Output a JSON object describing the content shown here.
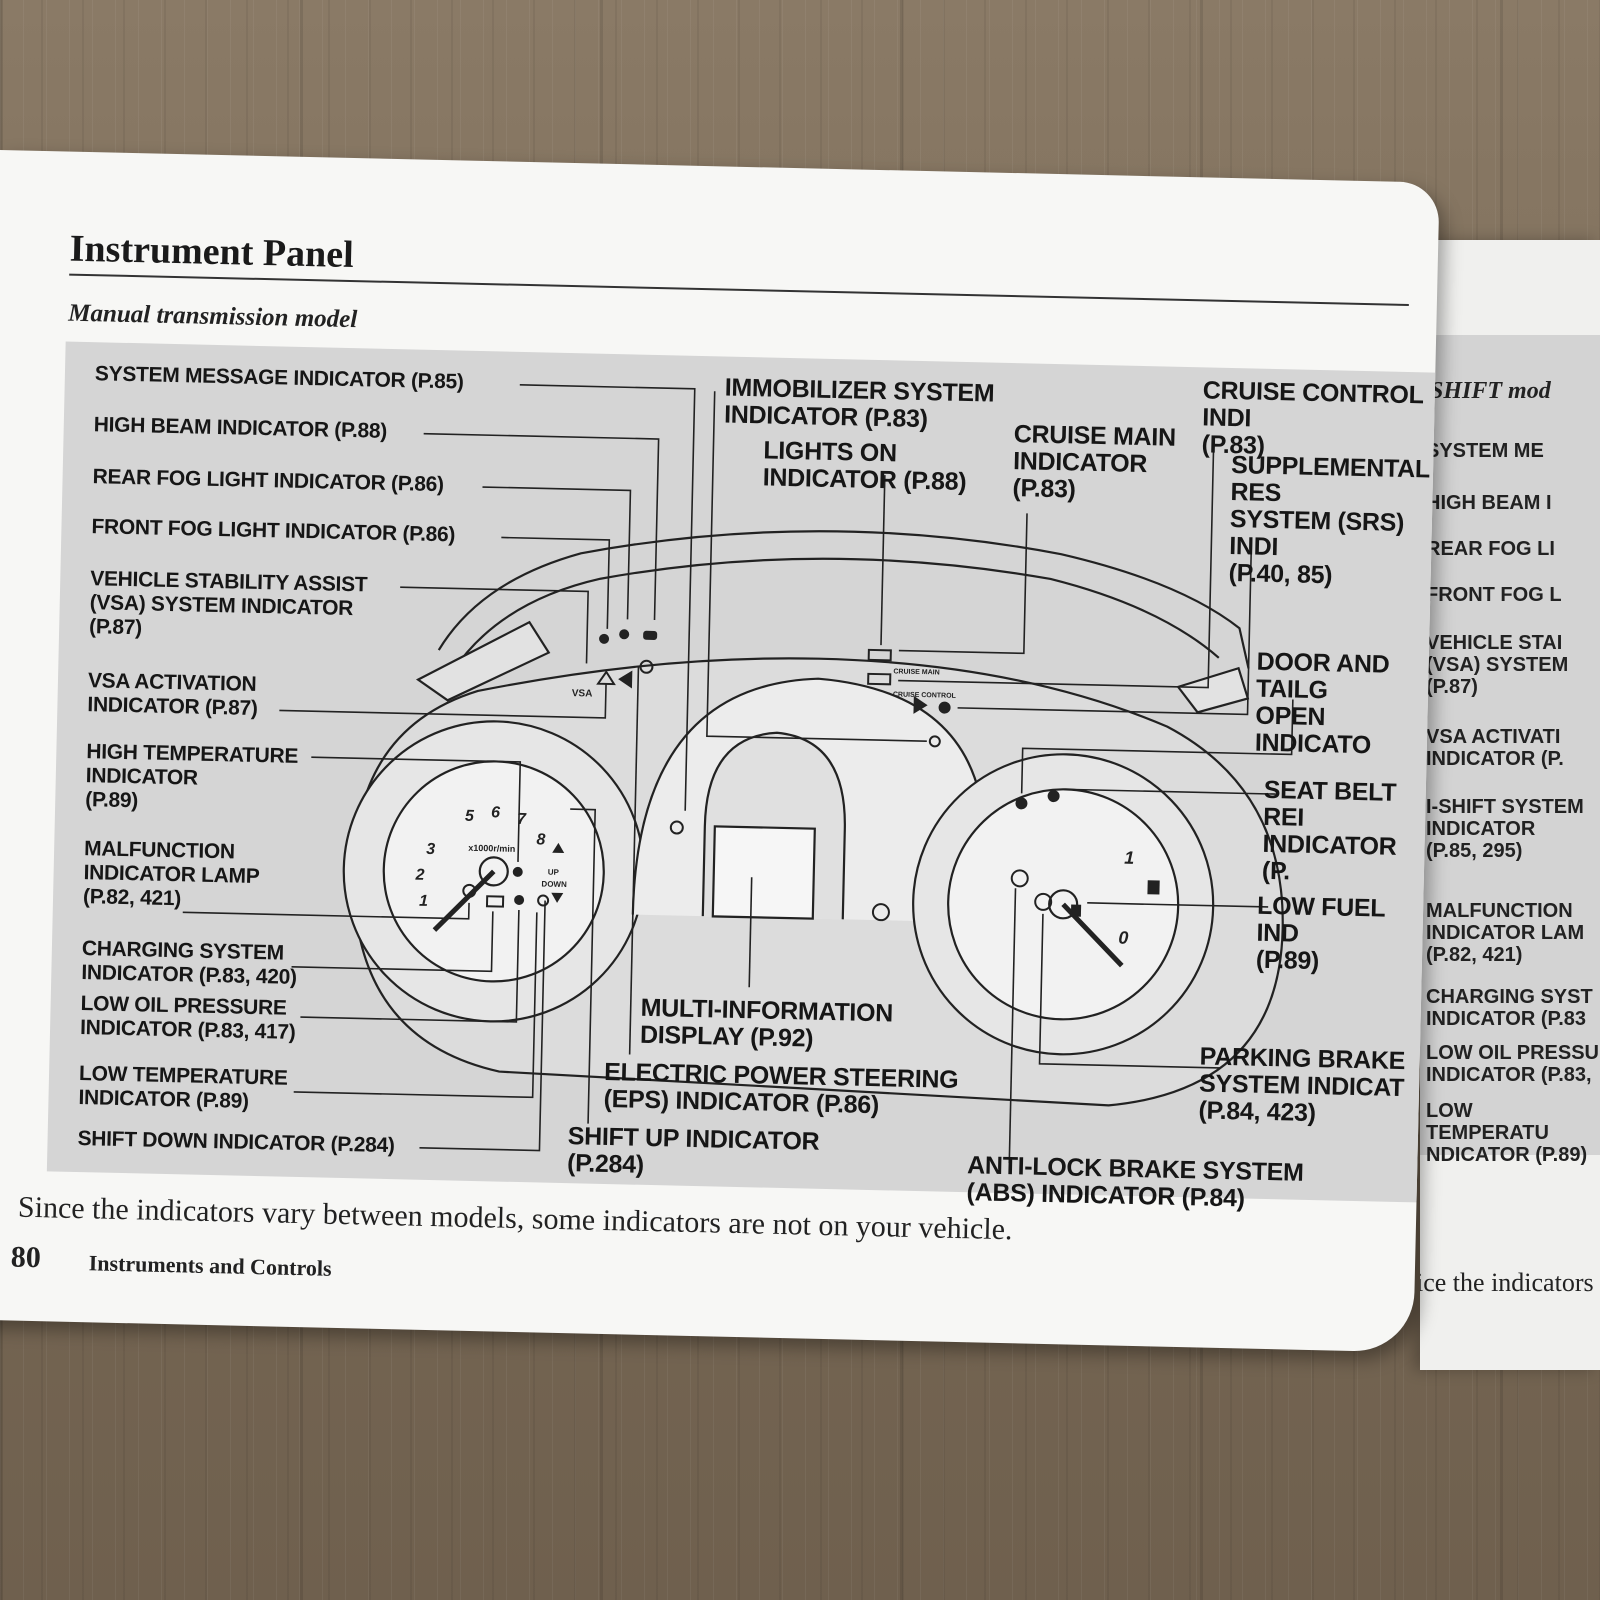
{
  "page": {
    "title": "Instrument Panel",
    "subtitle": "Manual transmission model",
    "caption": "Since the indicators vary between models, some indicators are not on your vehicle.",
    "page_number": "80",
    "section": "Instruments and Controls"
  },
  "labels": {
    "system_message": "SYSTEM MESSAGE INDICATOR (P.85)",
    "high_beam": "HIGH BEAM INDICATOR (P.88)",
    "rear_fog": "REAR FOG LIGHT INDICATOR (P.86)",
    "front_fog": "FRONT FOG LIGHT INDICATOR (P.86)",
    "vsa_system": "VEHICLE STABILITY ASSIST\n(VSA) SYSTEM INDICATOR\n(P.87)",
    "vsa_activation": "VSA ACTIVATION\nINDICATOR (P.87)",
    "high_temp": "HIGH TEMPERATURE\nINDICATOR\n(P.89)",
    "malfunction": "MALFUNCTION\nINDICATOR LAMP\n(P.82, 421)",
    "charging": "CHARGING SYSTEM\nINDICATOR (P.83, 420)",
    "low_oil": "LOW OIL PRESSURE\nINDICATOR (P.83, 417)",
    "low_temp": "LOW TEMPERATURE\nINDICATOR (P.89)",
    "shift_down": "SHIFT DOWN INDICATOR (P.284)",
    "immobilizer": "IMMOBILIZER SYSTEM\nINDICATOR (P.83)",
    "lights_on": "LIGHTS ON\nINDICATOR (P.88)",
    "cruise_main": "CRUISE MAIN\nINDICATOR\n(P.83)",
    "cruise_control": "CRUISE CONTROL INDI\n(P.83)",
    "srs": "SUPPLEMENTAL RES\nSYSTEM (SRS) INDI\n(P.40, 85)",
    "door_tailgate": "DOOR AND TAILG\nOPEN INDICATO",
    "seat_belt": "SEAT BELT REI\nINDICATOR (P.",
    "low_fuel": "LOW FUEL IND\n(P.89)",
    "parking_brake": "PARKING BRAKE\nSYSTEM INDICAT\n(P.84, 423)",
    "abs": "ANTI-LOCK BRAKE SYSTEM\n(ABS) INDICATOR (P.84)",
    "multi_info": "MULTI-INFORMATION\nDISPLAY (P.92)",
    "eps": "ELECTRIC POWER STEERING\n(EPS) INDICATOR (P.86)",
    "shift_up": "SHIFT UP INDICATOR\n(P.284)"
  },
  "gauge_text": {
    "tach_numbers": [
      "1",
      "2",
      "3",
      "5",
      "6",
      "7",
      "8"
    ],
    "tach_unit": "x1000r/min",
    "vsa_badge": "VSA",
    "up": "UP",
    "down": "DOWN",
    "fuel_numbers": [
      "1",
      "0"
    ],
    "cruise_main_badge": "CRUISE MAIN",
    "cruise_control_badge": "CRUISE CONTROL"
  },
  "next_page": {
    "title": "SHIFT mod",
    "labels": [
      "SYSTEM ME",
      "HIGH BEAM I",
      "REAR FOG LI",
      "FRONT FOG L",
      "VEHICLE STAI\n(VSA) SYSTEM\n(P.87)",
      "VSA ACTIVATI\nINDICATOR (P.",
      "I-SHIFT SYSTEM\nINDICATOR\n(P.85, 295)",
      "MALFUNCTION\nINDICATOR LAM\n(P.82, 421)",
      "CHARGING SYST\nINDICATOR (P.83",
      "LOW OIL PRESSU\nINDICATOR (P.83,",
      "LOW TEMPERATU\nNDICATOR (P.89)"
    ],
    "footer": "ice the indicators"
  }
}
